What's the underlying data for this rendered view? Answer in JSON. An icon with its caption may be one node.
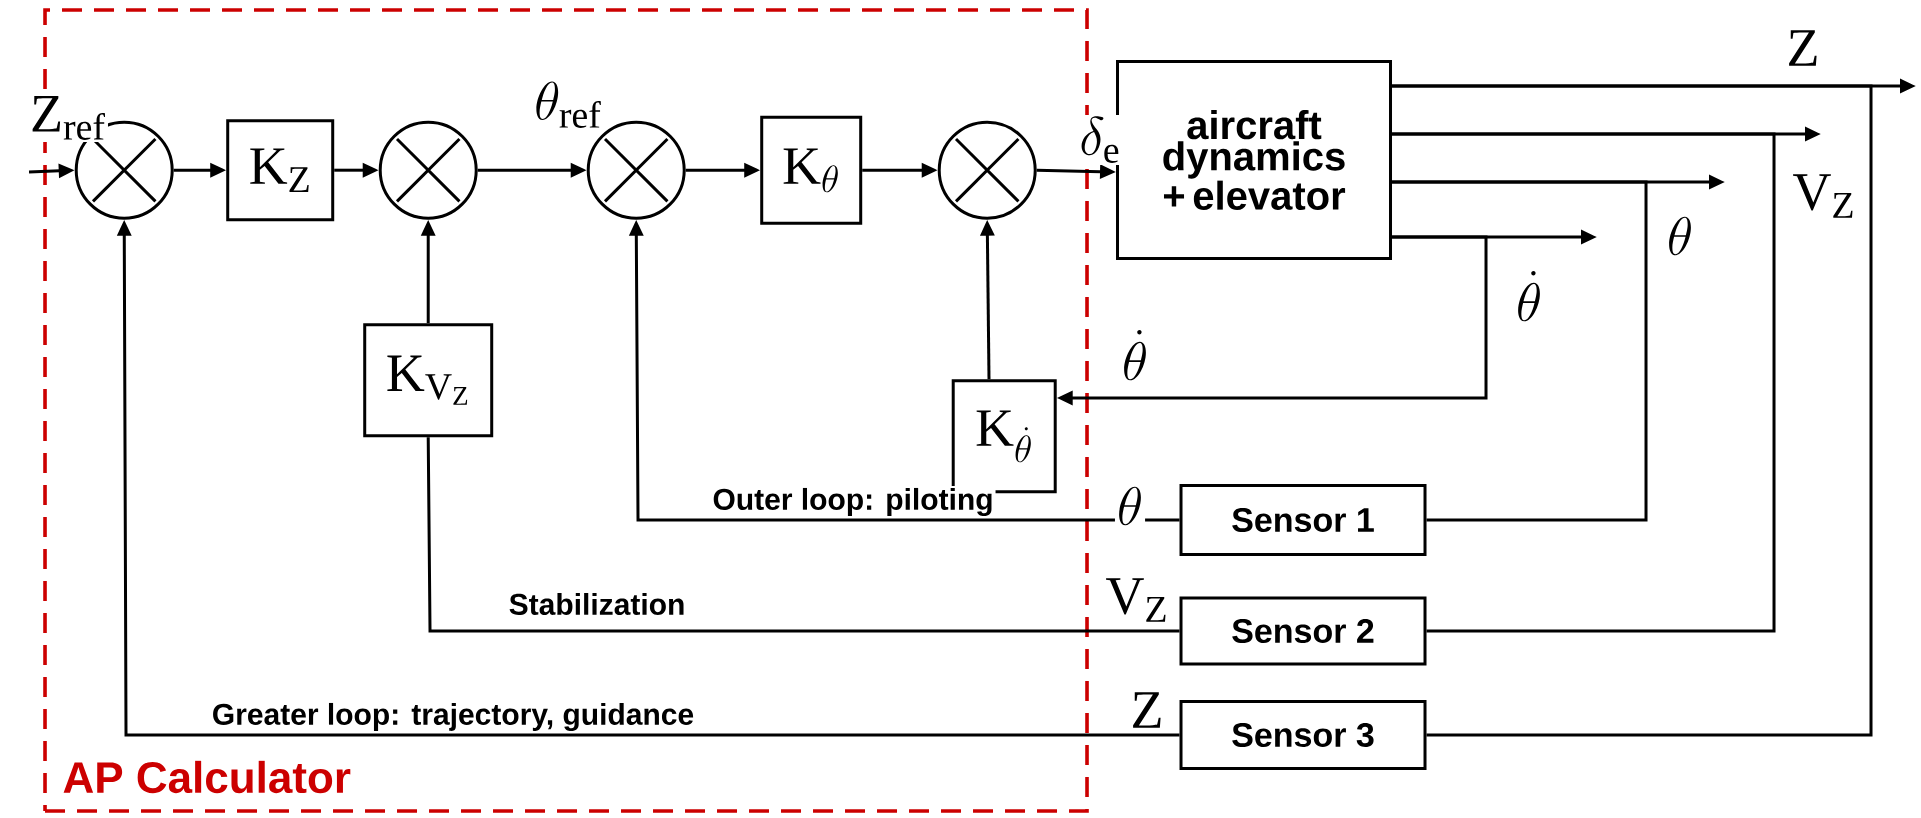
{
  "diagram": {
    "nodes": [
      {
        "text": [
          "AP Calculator"
        ]
      },
      {
        "text": [],
        "shape": "circle",
        "in": 0
      },
      {
        "text": [
          "\\mathrm{K}_{\\mathrm{Z}}"
        ],
        "in": 0
      },
      {
        "text": [],
        "shape": "circle",
        "in": 0
      },
      {
        "text": [
          "\\mathrm{K}_{\\mathrm{V}_{\\mathrm{Z}}}"
        ],
        "in": 0
      },
      {
        "text": [],
        "shape": "circle",
        "in": 0
      },
      {
        "text": [
          "\\mathrm{K}_{\\theta}"
        ],
        "in": 0
      },
      {
        "text": [],
        "shape": "circle",
        "in": 0
      },
      {
        "text": [
          "\\mathrm{K}_{\\dot{\\theta}}"
        ],
        "in": 0
      },
      {
        "text": [
          "aircraft dynamics + elevator"
        ]
      },
      {
        "text": [
          "Sensor 1"
        ]
      },
      {
        "text": [
          "Sensor 2"
        ]
      },
      {
        "text": [
          "Sensor 3"
        ]
      }
    ],
    "edges": [
      {
        "from": null,
        "to": 1,
        "arrow": "to"
      },
      {
        "from": 1,
        "to": 2,
        "arrow": "to"
      },
      {
        "from": 2,
        "to": 3,
        "arrow": "to"
      },
      {
        "from": 4,
        "to": 3,
        "arrow": "to"
      },
      {
        "from": 3,
        "to": 5,
        "arrow": "to"
      },
      {
        "from": 5,
        "to": 6,
        "arrow": "to"
      },
      {
        "from": 6,
        "to": 7,
        "arrow": "to"
      },
      {
        "from": 8,
        "to": 7,
        "arrow": "to"
      },
      {
        "from": 7,
        "to": 9,
        "arrow": "to"
      },
      {
        "from": 9,
        "to": null,
        "arrow": "to"
      },
      {
        "from": 9,
        "to": null,
        "arrow": "to"
      },
      {
        "from": 9,
        "to": null,
        "arrow": "to"
      },
      {
        "from": 9,
        "to": null,
        "arrow": "to"
      },
      {
        "from": 9,
        "to": 8,
        "arrow": "to"
      },
      {
        "from": 9,
        "to": 10,
        "arrow": "none"
      },
      {
        "from": 9,
        "to": 11,
        "arrow": "none"
      },
      {
        "from": 9,
        "to": 12,
        "arrow": "none"
      },
      {
        "from": 10,
        "to": 5,
        "arrow": "to",
        "label": "Outer loop: piloting"
      },
      {
        "from": 11,
        "to": 4,
        "arrow": "none",
        "label": "Stabilization"
      },
      {
        "from": 12,
        "to": 1,
        "arrow": "to",
        "label": "Greater loop: trajectory, guidance"
      }
    ],
    "labels": [
      "\\mathrm{Z}_{\\mathrm{ref}}",
      "\\theta_{\\mathrm{ref}}",
      "\\delta_{\\mathrm{e}}",
      "\\mathrm{Z}",
      "\\mathrm{V}_{\\mathrm{Z}}",
      "\\theta",
      "\\dot{\\theta}",
      "\\dot{\\theta}",
      "\\theta",
      "\\mathrm{V}_{\\mathrm{Z}}",
      "\\mathrm{Z}"
    ]
  }
}
